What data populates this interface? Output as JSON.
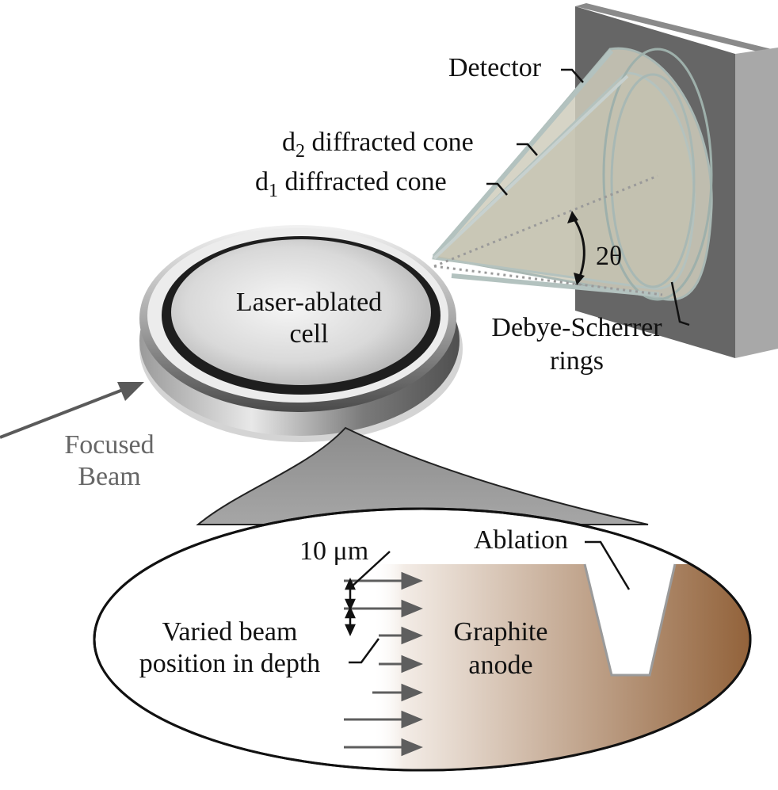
{
  "labels": {
    "detector": "Detector",
    "d2_cone_prefix": "d",
    "d2_cone_sub": "2",
    "d2_cone_suffix": " diffracted cone",
    "d1_cone_prefix": "d",
    "d1_cone_sub": "1",
    "d1_cone_suffix": " diffracted cone",
    "two_theta": "2θ",
    "cell_line1": "Laser-ablated",
    "cell_line2": "cell",
    "debye_line1": "Debye-Scherrer",
    "debye_line2": "rings",
    "focused_line1": "Focused",
    "focused_line2": "Beam",
    "scale": "10 μm",
    "ablation": "Ablation",
    "varied_line1": "Varied beam",
    "varied_line2": "position in depth",
    "graphite_line1": "Graphite",
    "graphite_line2": "anode"
  },
  "colors": {
    "detector_front": "#6a6a6a",
    "detector_side": "#a9a9a9",
    "detector_top": "#8a8a8a",
    "cone_fill": "#c9c8b6",
    "cone_edge": "#b9c4c0",
    "graphite_light": "#f4efea",
    "graphite_dark": "#8f5e35",
    "arrow": "#5e5e5e",
    "callout_wedge": "#9a9a9a",
    "focused_beam_text": "#666666"
  }
}
